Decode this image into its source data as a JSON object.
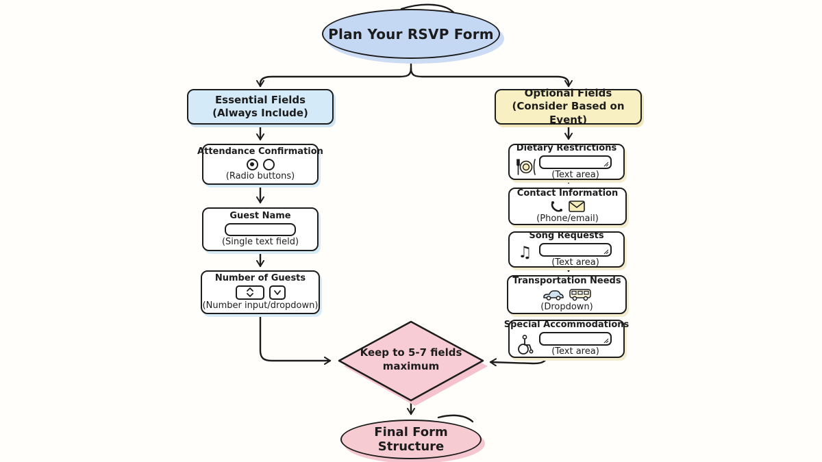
{
  "title_node": {
    "label": "Plan Your RSVP Form"
  },
  "essential_header": {
    "line1": "Essential Fields",
    "line2": "(Always Include)"
  },
  "optional_header": {
    "line1": "Optional Fields",
    "line2": "(Consider Based on Event)"
  },
  "essential_items": [
    {
      "title": "Attendance Confirmation",
      "subtitle": "(Radio buttons)",
      "icon": "radio-buttons-icon"
    },
    {
      "title": "Guest Name",
      "subtitle": "(Single text field)",
      "icon": "text-field-icon"
    },
    {
      "title": "Number of Guests",
      "subtitle": "(Number input/dropdown)",
      "icon": "number-spinner-dropdown-icon"
    }
  ],
  "optional_items": [
    {
      "title": "Dietary Restrictions",
      "subtitle": "(Text area)",
      "icon": "dining-icon"
    },
    {
      "title": "Contact Information",
      "subtitle": "(Phone/email)",
      "icon": "phone-email-icon"
    },
    {
      "title": "Song Requests",
      "subtitle": "(Text area)",
      "icon": "music-note-icon",
      "glyph": "♫"
    },
    {
      "title": "Transportation Needs",
      "subtitle": "(Dropdown)",
      "icon": "car-bus-icon"
    },
    {
      "title": "Special Accommodations",
      "subtitle": "(Text area)",
      "icon": "wheelchair-icon"
    }
  ],
  "decision_node": {
    "line1": "Keep to 5-7 fields",
    "line2": "maximum"
  },
  "end_node": {
    "label": "Final Form Structure"
  },
  "colors": {
    "ink": "#1c1c1c",
    "start_fill": "#c4d8f4",
    "essential_fill": "#d5eaf8",
    "optional_fill": "#f8efc3",
    "decision_fill": "#f7ccd4",
    "end_fill": "#f7cbd2"
  }
}
